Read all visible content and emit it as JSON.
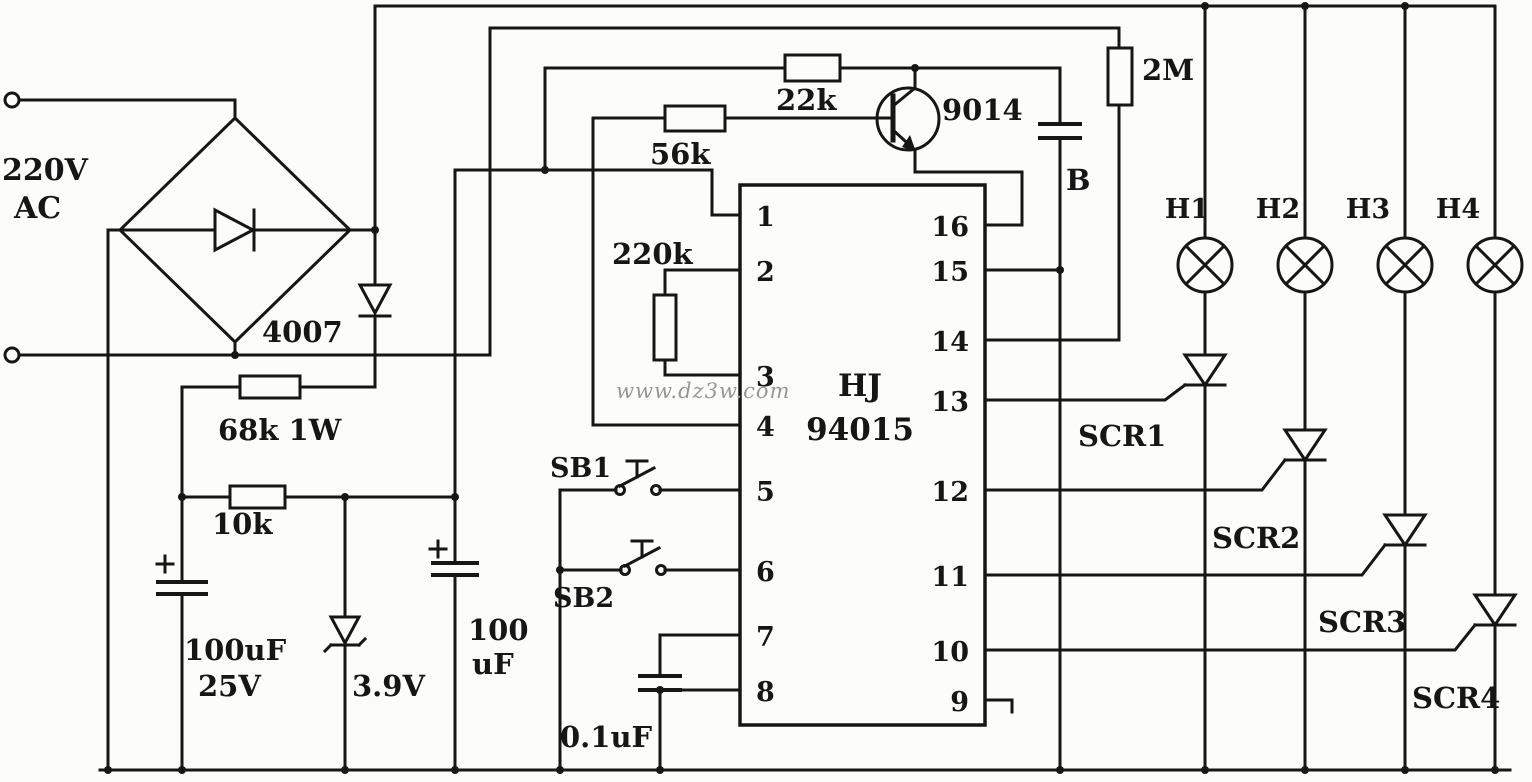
{
  "watermark": "www.dz3w.com",
  "power": {
    "ac_voltage": "220V",
    "ac_label": "AC",
    "diode": "4007",
    "r_68k": "68k 1W",
    "r_10k": "10k",
    "cap1_value": "100uF",
    "cap1_voltage": "25V",
    "zener": "3.9V",
    "cap2_value": "100",
    "cap2_unit": "uF"
  },
  "oscillator": {
    "r_22k": "22k",
    "r_56k": "56k",
    "r_2m": "2M",
    "r_220k": "220k",
    "transistor": "9014",
    "buzzer": "B"
  },
  "ic": {
    "name_line1": "HJ",
    "name_line2": "94015",
    "pins_left": [
      "1",
      "2",
      "3",
      "4",
      "5",
      "6",
      "7",
      "8"
    ],
    "pins_right": [
      "16",
      "15",
      "14",
      "13",
      "12",
      "11",
      "10",
      "9"
    ]
  },
  "controls": {
    "sb1": "SB1",
    "sb2": "SB2",
    "cap_01uf": "0.1uF"
  },
  "lamps": [
    "H1",
    "H2",
    "H3",
    "H4"
  ],
  "scrs": [
    "SCR1",
    "SCR2",
    "SCR3",
    "SCR4"
  ]
}
